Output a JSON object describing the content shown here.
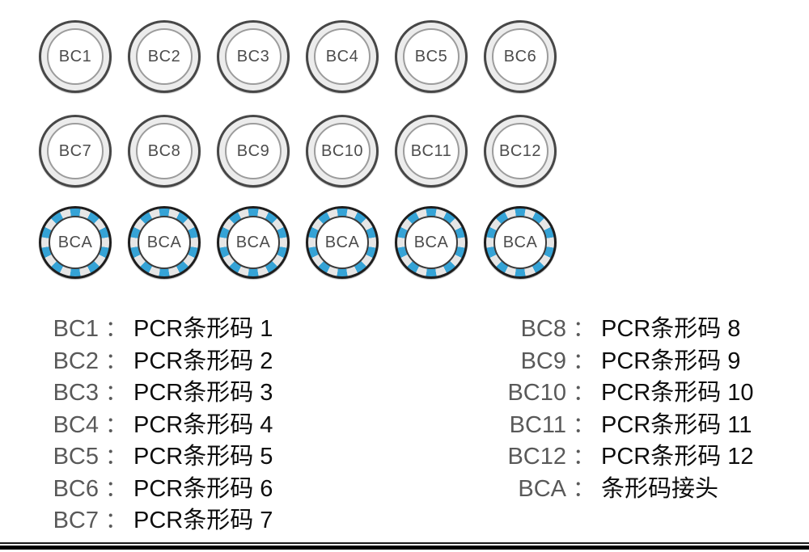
{
  "colors": {
    "plain_ring_fill": "#ececec",
    "plain_outer_border": "#474747",
    "plain_inner_border": "#9c9c9c",
    "cap_label_text": "#4d4d4d",
    "bca_blue_segment": "#35a3d6",
    "bca_light_segment": "#e6e6e6",
    "bca_outer_border": "#1e1e1e",
    "legend_key_text": "#595959",
    "legend_desc_text": "#0d0d0d"
  },
  "tube_rows": [
    {
      "style": "plain",
      "labels": [
        "BC1",
        "BC2",
        "BC3",
        "BC4",
        "BC5",
        "BC6"
      ]
    },
    {
      "style": "plain",
      "labels": [
        "BC7",
        "BC8",
        "BC9",
        "BC10",
        "BC11",
        "BC12"
      ]
    },
    {
      "style": "bca",
      "labels": [
        "BCA",
        "BCA",
        "BCA",
        "BCA",
        "BCA",
        "BCA"
      ]
    }
  ],
  "legend": {
    "separator": "：",
    "left": [
      {
        "label": "BC1",
        "desc": "PCR条形码 1"
      },
      {
        "label": "BC2",
        "desc": "PCR条形码 2"
      },
      {
        "label": "BC3",
        "desc": "PCR条形码 3"
      },
      {
        "label": "BC4",
        "desc": "PCR条形码 4"
      },
      {
        "label": "BC5",
        "desc": "PCR条形码 5"
      },
      {
        "label": "BC6",
        "desc": "PCR条形码 6"
      },
      {
        "label": "BC7",
        "desc": "PCR条形码 7"
      }
    ],
    "right": [
      {
        "label": "BC8",
        "desc": "PCR条形码 8"
      },
      {
        "label": "BC9",
        "desc": "PCR条形码 9"
      },
      {
        "label": "BC10",
        "desc": "PCR条形码 10"
      },
      {
        "label": "BC11",
        "desc": "PCR条形码 11"
      },
      {
        "label": "BC12",
        "desc": "PCR条形码 12"
      },
      {
        "label": "BCA",
        "desc": "条形码接头"
      }
    ]
  }
}
